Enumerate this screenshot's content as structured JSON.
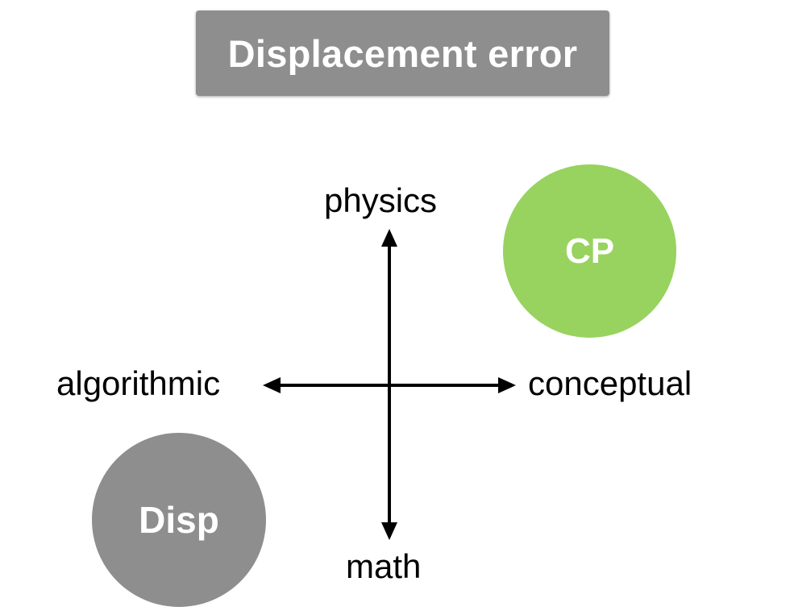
{
  "title": "Displacement error",
  "axes": {
    "top": "physics",
    "bottom": "math",
    "left": "algorithmic",
    "right": "conceptual"
  },
  "nodes": {
    "cp": {
      "label": "CP",
      "color": "#97d35e"
    },
    "disp": {
      "label": "Disp",
      "color": "#8e8e8e"
    }
  }
}
